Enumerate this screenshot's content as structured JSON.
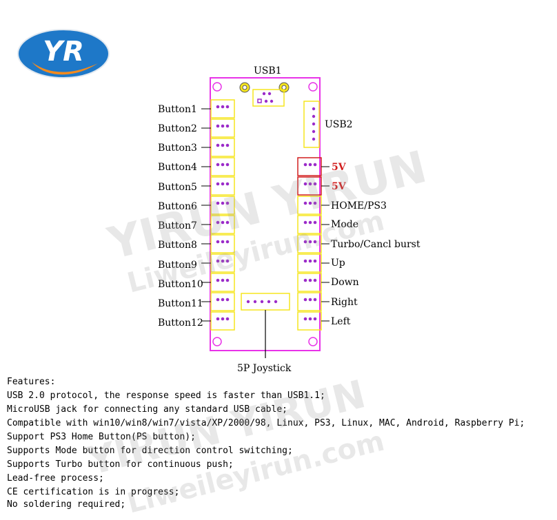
{
  "logo_text": "YR",
  "watermarks": [
    "YIRUN YIRUN",
    "Liweileyirun.com",
    "YIRUN YIRUN",
    "Liweileyirun.com"
  ],
  "diagram": {
    "usb1": "USB1",
    "usb2": "USB2",
    "joystick": "5P Joystick",
    "left_labels": [
      "Button1",
      "Button2",
      "Button3",
      "Button4",
      "Button5",
      "Button6",
      "Button7",
      "Button8",
      "Button9",
      "Button10",
      "Button11",
      "Button12"
    ],
    "right_labels": [
      "5V",
      "5V",
      "HOME/PS3",
      "Mode",
      "Turbo/Cancl burst",
      "Up",
      "Down",
      "Right",
      "Left"
    ],
    "colors": {
      "board": "#e832e8",
      "connector": "#f5e51e",
      "pin": "#9b2bc9",
      "power_box": "#d21e1e"
    }
  },
  "features": {
    "heading": "Features:",
    "items": [
      "USB 2.0 protocol, the response speed is faster than USB1.1;",
      "MicroUSB jack for connecting any standard USB cable;",
      "Compatible with win10/win8/win7/vista/XP/2000/98, Linux, PS3, Linux, MAC, Android, Raspberry Pi;",
      "Support PS3 Home Button(PS button);",
      "Supports Mode button for direction control switching;",
      "Supports Turbo button for continuous push;",
      "Lead-free process;",
      "CE certification is in progress;",
      "No soldering required;"
    ]
  }
}
